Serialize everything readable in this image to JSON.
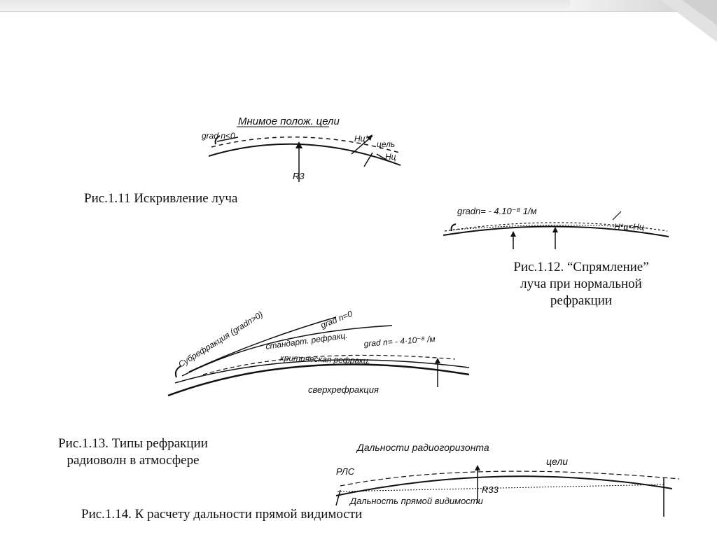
{
  "figure_1_11": {
    "caption": "Рис.1.11 Искривление луча",
    "labels": {
      "apparent_position": "Мнимое полож. цели",
      "grad": "grad n<0",
      "hz_star": "Нц*",
      "target": "цель",
      "hz": "Нц",
      "radius": "R3"
    }
  },
  "figure_1_12": {
    "caption_lines": [
      "Рис.1.12. “Спрямление”",
      "луча при нормальной",
      "рефракции"
    ],
    "labels": {
      "grad": "gradn= - 4.10⁻⁸ 1/м",
      "h_eq": "Н*ц=Нц"
    }
  },
  "figure_1_13": {
    "caption_lines": [
      "Рис.1.13. Типы рефракции",
      "радиоволн в атмосфере"
    ],
    "labels": {
      "subrefraction": "Субрефракция (gradn>0)",
      "grad_zero": "grad n=0",
      "standard": "стандарт. рефракц.",
      "grad_std": "grad n= - 4·10⁻⁸ /м",
      "critical": "критическая рефракц.",
      "super": "сверхрефракция"
    }
  },
  "figure_1_14": {
    "caption": "Рис.1.14. К расчету дальности прямой видимости",
    "labels": {
      "radiohorizon": "Дальности радиогоризонта",
      "targets": "цели",
      "rls": "РЛС",
      "radius": "R33",
      "los_range": "Дальность прямой видимости"
    }
  }
}
